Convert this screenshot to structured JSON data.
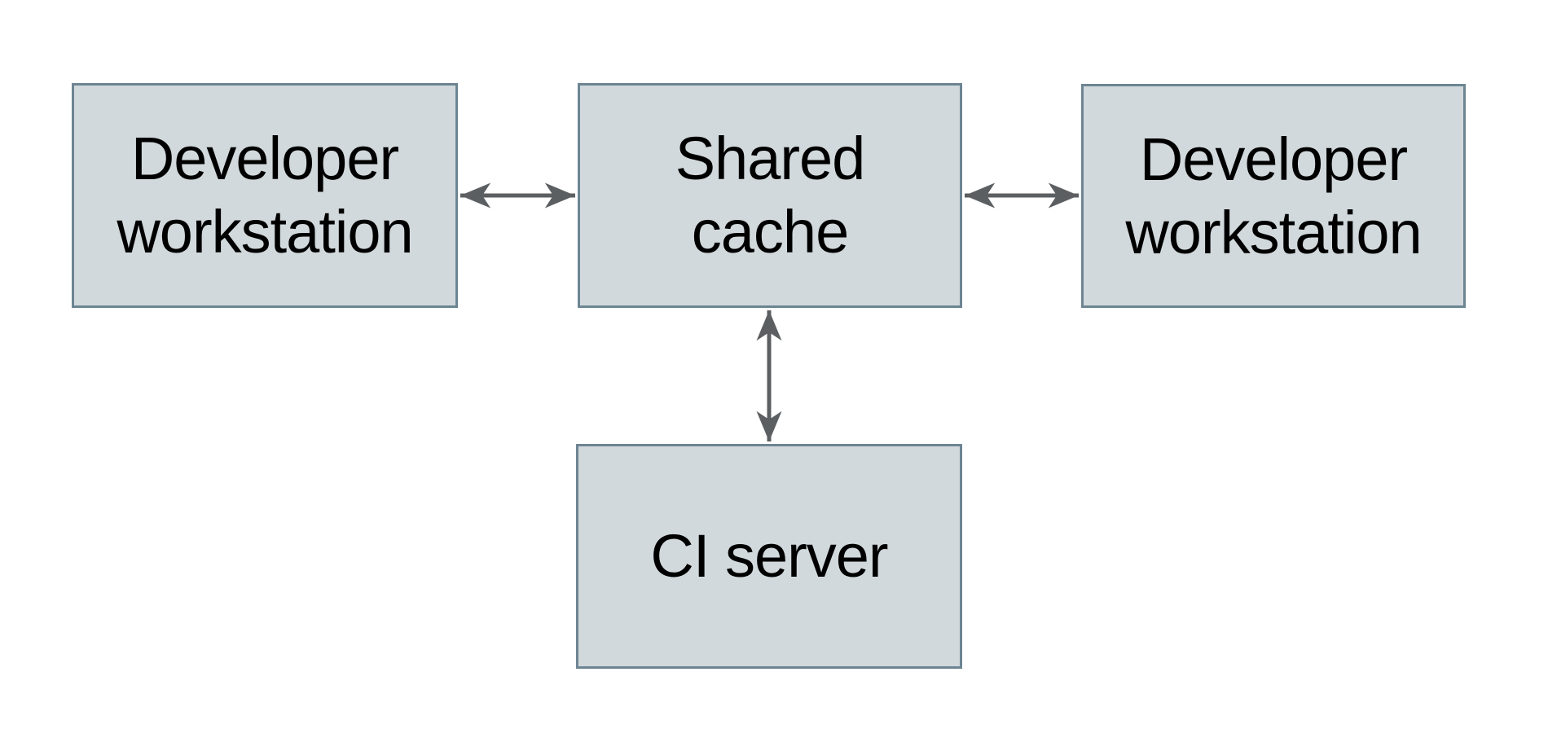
{
  "diagram": {
    "type": "architecture-diagram",
    "background": "#ffffff",
    "nodes": [
      {
        "id": "developer-workstation-left",
        "label": "Developer\nworkstation",
        "shape": "rectangle"
      },
      {
        "id": "shared-cache",
        "label": "Shared\ncache",
        "shape": "rectangle"
      },
      {
        "id": "developer-workstation-right",
        "label": "Developer\nworkstation",
        "shape": "rectangle"
      },
      {
        "id": "ci-server",
        "label": "CI server",
        "shape": "rectangle"
      }
    ],
    "edges": [
      {
        "from": "developer-workstation-left",
        "to": "shared-cache",
        "style": "double-headed-arrow"
      },
      {
        "from": "shared-cache",
        "to": "developer-workstation-right",
        "style": "double-headed-arrow"
      },
      {
        "from": "shared-cache",
        "to": "ci-server",
        "style": "double-headed-arrow"
      }
    ],
    "colors": {
      "node_fill": "#d2d9dc",
      "node_border": "#6d8593",
      "arrow": "#5c5f62",
      "text": "#000000",
      "background": "#ffffff"
    }
  }
}
